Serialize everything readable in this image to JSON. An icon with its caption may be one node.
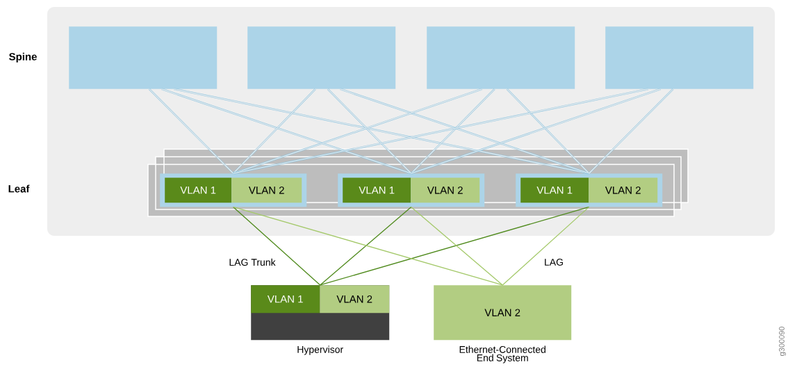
{
  "diagram": {
    "nodes": [
      {
        "text": [],
        "shape": "box"
      },
      {
        "text": [],
        "shape": "box"
      },
      {
        "text": [],
        "shape": "box"
      },
      {
        "text": [],
        "shape": "box"
      },
      {
        "text": [],
        "shape": "box"
      },
      {
        "text": [
          "VLAN 1"
        ],
        "in": 4
      },
      {
        "text": [
          "VLAN 2"
        ],
        "in": 4
      },
      {
        "text": [],
        "shape": "box"
      },
      {
        "text": [
          "VLAN 1"
        ],
        "in": 7
      },
      {
        "text": [
          "VLAN 2"
        ],
        "in": 7
      },
      {
        "text": [],
        "shape": "box"
      },
      {
        "text": [
          "VLAN 1"
        ],
        "in": 10
      },
      {
        "text": [
          "VLAN 2"
        ],
        "in": 10
      },
      {
        "text": [],
        "shape": "box",
        "beside": [
          "Hypervisor"
        ]
      },
      {
        "text": [
          "VLAN 1"
        ],
        "in": 13
      },
      {
        "text": [
          "VLAN 2"
        ],
        "in": 13
      },
      {
        "text": [
          "VLAN 2"
        ],
        "beside": [
          "Ethernet-Connected End System"
        ]
      }
    ],
    "edges": [
      {
        "from": 0,
        "to": 4,
        "arrow": "none"
      },
      {
        "from": 0,
        "to": 7,
        "arrow": "none"
      },
      {
        "from": 0,
        "to": 10,
        "arrow": "none"
      },
      {
        "from": 1,
        "to": 4,
        "arrow": "none"
      },
      {
        "from": 1,
        "to": 7,
        "arrow": "none"
      },
      {
        "from": 1,
        "to": 10,
        "arrow": "none"
      },
      {
        "from": 2,
        "to": 4,
        "arrow": "none"
      },
      {
        "from": 2,
        "to": 7,
        "arrow": "none"
      },
      {
        "from": 2,
        "to": 10,
        "arrow": "none"
      },
      {
        "from": 3,
        "to": 4,
        "arrow": "none"
      },
      {
        "from": 3,
        "to": 7,
        "arrow": "none"
      },
      {
        "from": 3,
        "to": 10,
        "arrow": "none"
      },
      {
        "from": 4,
        "to": 13,
        "arrow": "none",
        "color": "#4f8a1c"
      },
      {
        "from": 7,
        "to": 13,
        "arrow": "none",
        "color": "#4f8a1c"
      },
      {
        "from": 10,
        "to": 13,
        "arrow": "none",
        "color": "#4f8a1c"
      },
      {
        "from": 4,
        "to": 16,
        "arrow": "none",
        "color": "#a4c96a"
      },
      {
        "from": 7,
        "to": 16,
        "arrow": "none",
        "color": "#a4c96a"
      },
      {
        "from": 10,
        "to": 16,
        "arrow": "none",
        "color": "#a4c96a"
      }
    ],
    "labels": [
      "Spine",
      "Leaf",
      "LAG Trunk",
      "LAG",
      "g300090"
    ]
  }
}
